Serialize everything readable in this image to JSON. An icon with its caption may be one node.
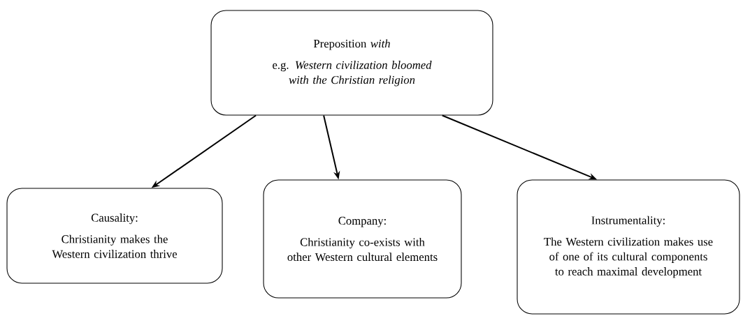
{
  "diagram": {
    "nodes": [
      {
        "text": [
          "Preposition *with*",
          "e.g. *Western civilization bloomed with the Christian religion*"
        ]
      },
      {
        "text": [
          "Causality:",
          "Christianity makes the Western civilization thrive"
        ]
      },
      {
        "text": [
          "Company:",
          "Christianity co-exists with other Western cultural elements"
        ]
      },
      {
        "text": [
          "Instrumentality:",
          "The Western civilization makes use of one of its cultural components to reach maximal development"
        ]
      }
    ],
    "edges": [
      {
        "from": 0,
        "to": 1,
        "arrow": "to"
      },
      {
        "from": 0,
        "to": 2,
        "arrow": "to"
      },
      {
        "from": 0,
        "to": 3,
        "arrow": "to"
      }
    ]
  }
}
